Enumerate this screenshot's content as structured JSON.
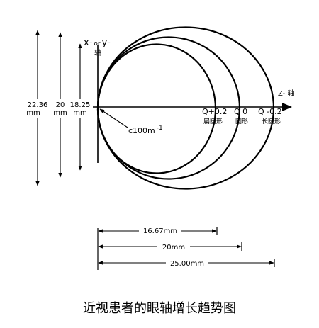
{
  "axes": {
    "xy_label_x": "x-",
    "xy_label_or": "or",
    "xy_label_y": "y-",
    "xy_label_axis": "轴",
    "z_label": "Z- 轴"
  },
  "heights": {
    "h1_value": "22.36",
    "h1_unit": "mm",
    "h2_value": "20",
    "h2_unit": "mm",
    "h3_value": "18.25",
    "h3_unit": "mm"
  },
  "shapes": {
    "oblate_q": "Q+0.2",
    "oblate_name": "扁圆形",
    "round_q": "Q 0",
    "round_name": "圆形",
    "prolate_q": "Q -0.2",
    "prolate_name": "长圆形"
  },
  "curvature": {
    "label": "c100m",
    "superscript": "-1"
  },
  "lengths": {
    "l1": "16.67mm",
    "l2": "20mm",
    "l3": "25.00mm"
  },
  "caption": "近视患者的眼轴增长趋势图"
}
